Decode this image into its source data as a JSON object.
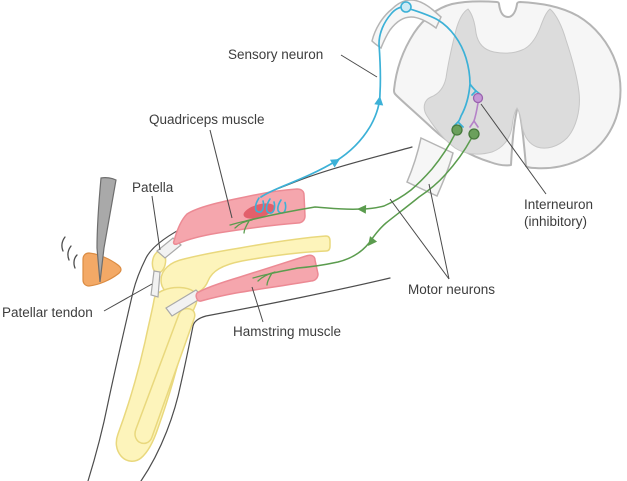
{
  "figure": {
    "description": "Patellar (knee-jerk) reflex arc diagram: hammer strike, leg anatomy and spinal cord cross-section",
    "labels": {
      "sensory_neuron": "Sensory neuron",
      "quadriceps_muscle": "Quadriceps muscle",
      "patella": "Patella",
      "patellar_tendon": "Patellar tendon",
      "hamstring_muscle": "Hamstring muscle",
      "motor_neurons": "Motor neurons",
      "interneuron_line1": "Interneuron",
      "interneuron_line2": "(inhibitory)"
    },
    "colors": {
      "background": "#ffffff",
      "text": "#3d3d3d",
      "leader": "#4a4a4a",
      "outline": "#4d4d4d",
      "sensory": "#3cb1d7",
      "sensory_soma": "#cdeaf5",
      "motor": "#5b9c4e",
      "motor_soma": "#6ba05c",
      "motor_soma_stroke": "#47793c",
      "interneuron": "#b583c8",
      "interneuron_soma": "#c598d6",
      "interneuron_stroke": "#9a63ae",
      "muscle": "#f5a6ad",
      "muscle_stroke": "#ec8a94",
      "spindle": "#e2606b",
      "bone": "#fdf4bb",
      "bone_stroke": "#e9d87d",
      "tendon": "#f2f2f2",
      "tendon_stroke": "#a9a9a9",
      "cord": "#f6f6f6",
      "cord_stroke": "#b5b5b5",
      "gray_matter": "#dcdcdc",
      "gray_matter_stroke": "#c6c6c6",
      "hammer_handle": "#a9a9a9",
      "hammer_handle_stroke": "#6e6e6e",
      "hammer_head": "#f3a966",
      "hammer_head_stroke": "#db8c43"
    }
  }
}
